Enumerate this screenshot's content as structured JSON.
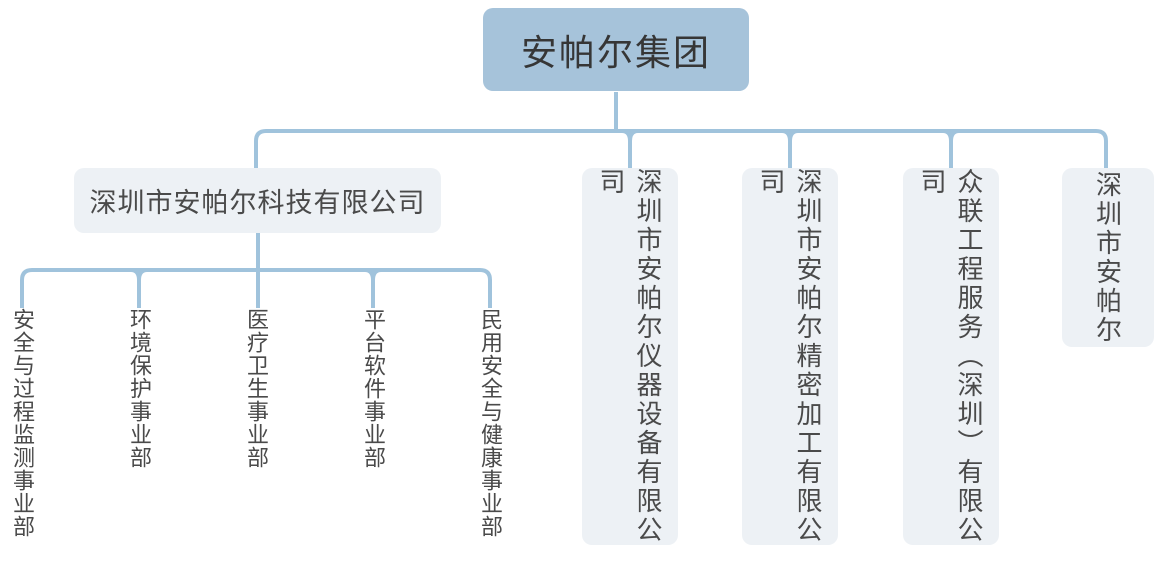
{
  "org_chart": {
    "type": "organization-chart",
    "root": {
      "label": "安帕尔集团"
    },
    "companies": [
      {
        "label": "深圳市安帕尔科技有限公司",
        "divisions": [
          "安全与过程监测事业部",
          "环境保护事业部",
          "医疗卫生事业部",
          "平台软件事业部",
          "民用安全与健康事业部"
        ]
      },
      {
        "label": "深圳市安帕尔仪器设备有限公司"
      },
      {
        "label": "深圳市安帕尔精密加工有限公司"
      },
      {
        "label": "众联工程服务（深圳）有限公司"
      },
      {
        "label": "深圳市安帕尔"
      }
    ],
    "colors": {
      "root_box_bg": "#a6c3da",
      "node_box_bg": "#edf1f5",
      "connector_line": "#a0c3dc",
      "root_text": "#363636",
      "node_text": "#4a4a4a",
      "background": "#ffffff"
    }
  }
}
